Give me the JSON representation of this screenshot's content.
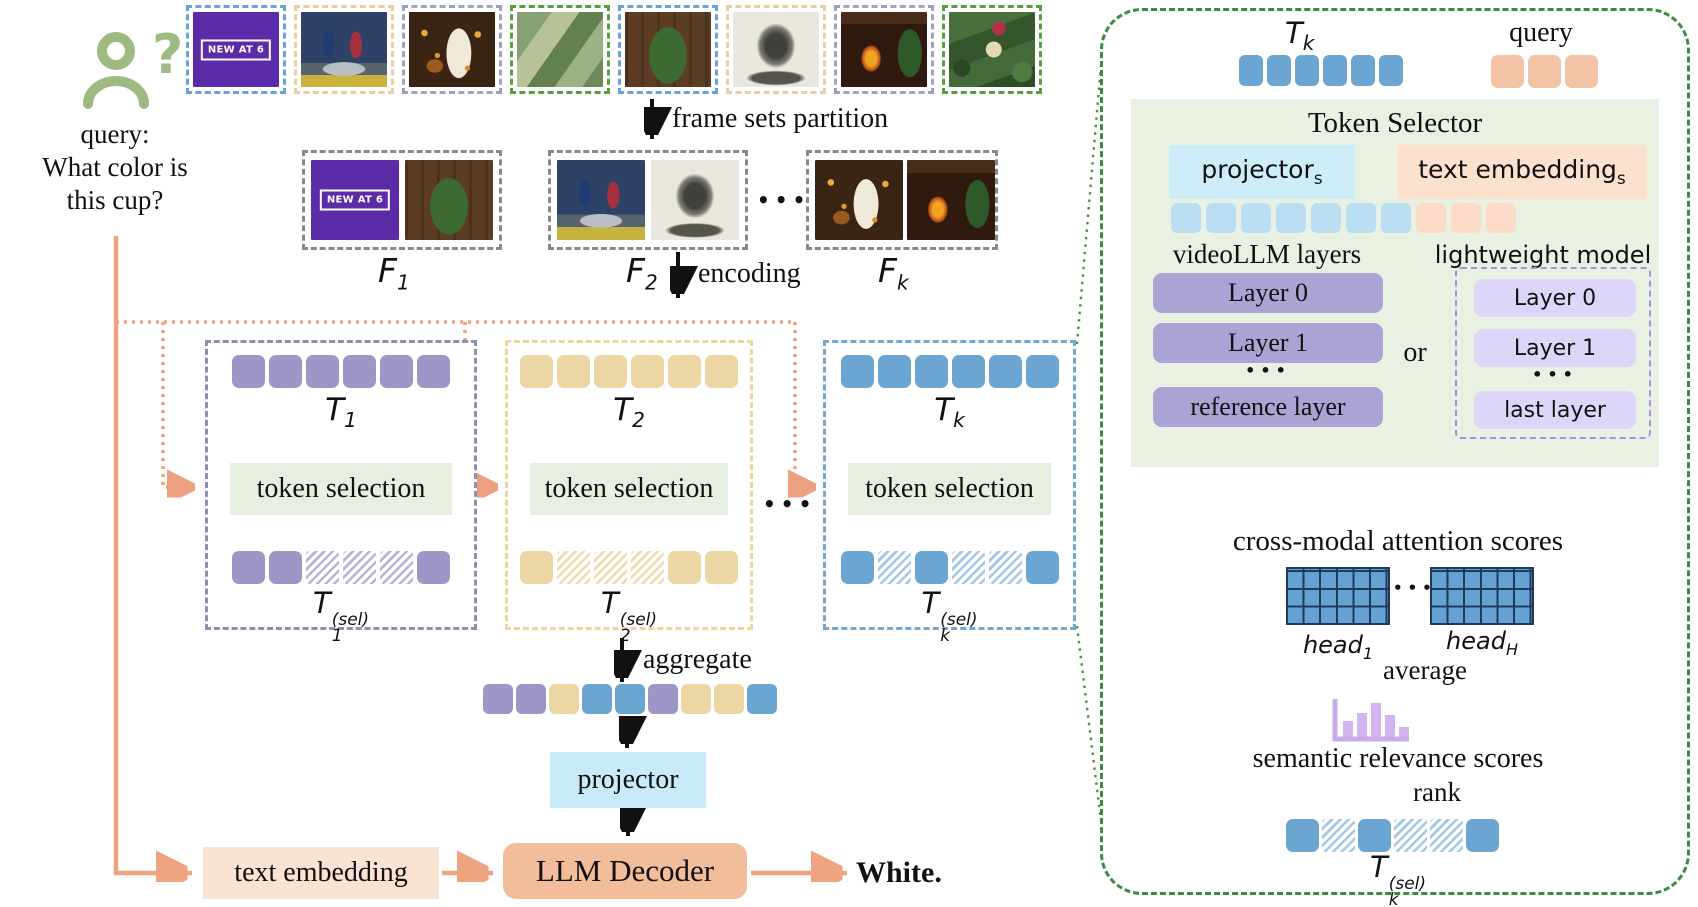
{
  "query_panel": {
    "lines": [
      "query:",
      "What color is",
      "this cup?"
    ]
  },
  "top_frames": {
    "new_at_6_label": "NEW AT 6"
  },
  "flow": {
    "partition_label": "frame sets partition",
    "encoding_label": "encoding",
    "aggregate_label": "aggregate",
    "projector_label": "projector",
    "text_embedding_label": "text embedding",
    "llm_decoder_label": "LLM Decoder",
    "answer": "White.",
    "dots": "•••"
  },
  "frame_sets": [
    {
      "base": "F",
      "sub": "1"
    },
    {
      "base": "F",
      "sub": "2"
    },
    {
      "base": "F",
      "sub": "k"
    }
  ],
  "token_blocks": [
    {
      "base": "T",
      "sub": "1",
      "sel_sup": "(sel)",
      "selection_label": "token selection",
      "tokens": [
        "purple",
        "purple",
        "purple",
        "purple",
        "purple",
        "purple"
      ],
      "selected": [
        "purple",
        "purple",
        "hatch-purple",
        "hatch-purple",
        "hatch-purple",
        "purple"
      ]
    },
    {
      "base": "T",
      "sub": "2",
      "sel_sup": "(sel)",
      "selection_label": "token selection",
      "tokens": [
        "tan",
        "tan",
        "tan",
        "tan",
        "tan",
        "tan"
      ],
      "selected": [
        "tan",
        "hatch-tan",
        "hatch-tan",
        "hatch-tan",
        "tan",
        "tan"
      ]
    },
    {
      "base": "T",
      "sub": "k",
      "sel_sup": "(sel)",
      "selection_label": "token selection",
      "tokens": [
        "blue",
        "blue",
        "blue",
        "blue",
        "blue",
        "blue"
      ],
      "selected": [
        "blue",
        "hatch-blue",
        "blue",
        "hatch-blue",
        "hatch-blue",
        "blue"
      ]
    }
  ],
  "aggregate_tokens": [
    "purple",
    "purple",
    "tan",
    "blue",
    "blue",
    "purple",
    "tan",
    "tan",
    "blue"
  ],
  "right_panel": {
    "tk": {
      "base": "T",
      "sub": "k"
    },
    "tk_tokens": [
      "blue",
      "blue",
      "blue",
      "blue",
      "blue",
      "blue"
    ],
    "query_label": "query",
    "query_tokens": [
      "salmon",
      "salmon",
      "salmon"
    ],
    "token_selector": {
      "title": "Token Selector",
      "projector_label": "projector",
      "projector_sub": "s",
      "text_embedding_label": "text embedding",
      "text_embedding_sub": "s",
      "tokens": [
        "lightblue",
        "lightblue",
        "lightblue",
        "lightblue",
        "lightblue",
        "lightblue",
        "lightblue",
        "lightpeach",
        "lightpeach",
        "lightpeach"
      ],
      "videollm_title": "videoLLM layers",
      "videollm_layers": [
        "Layer 0",
        "Layer 1",
        "reference layer"
      ],
      "or_label": "or",
      "lightweight_title": "lightweight model",
      "lightweight_layers": [
        "Layer 0",
        "Layer 1",
        "last layer"
      ]
    },
    "attention": {
      "title": "cross-modal attention scores",
      "head1_text": "head",
      "head1_sub": "1",
      "headH_text": "head",
      "headH_sub": "H"
    },
    "average_label": "average",
    "semantic_label": "semantic relevance scores",
    "rank_label": "rank",
    "result_tokens": [
      "blue",
      "hatch-blue",
      "blue",
      "hatch-blue",
      "hatch-blue",
      "blue"
    ],
    "result": {
      "base": "T",
      "sub": "k",
      "sup": "(sel)"
    }
  },
  "colors": {
    "accent_green": "#3c8c40",
    "salmon_line": "#efa381",
    "purple_token": "#9d97c7",
    "tan_token": "#ecd6a3",
    "blue_token": "#6ba5d1",
    "panel_green_bg": "#e9f1e2",
    "person_icon_green": "#9cba82"
  }
}
